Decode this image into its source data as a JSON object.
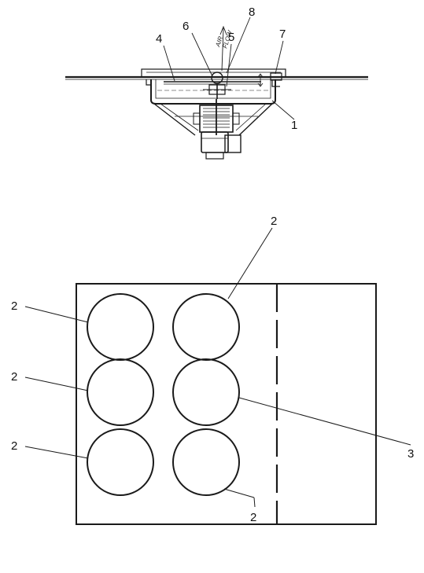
{
  "drawing": {
    "ink_color": "#1a1a1a",
    "paper_color": "#ffffff",
    "flow_text_1": "AIR",
    "flow_text_2": "FLOW"
  },
  "callouts": {
    "c1": "1",
    "c2_top": "2",
    "c2_left_top": "2",
    "c2_left_mid": "2",
    "c2_left_bot": "2",
    "c2_bottom": "2",
    "c3": "3",
    "c4": "4",
    "c5": "5",
    "c6": "6",
    "c7": "7",
    "c8": "8"
  }
}
